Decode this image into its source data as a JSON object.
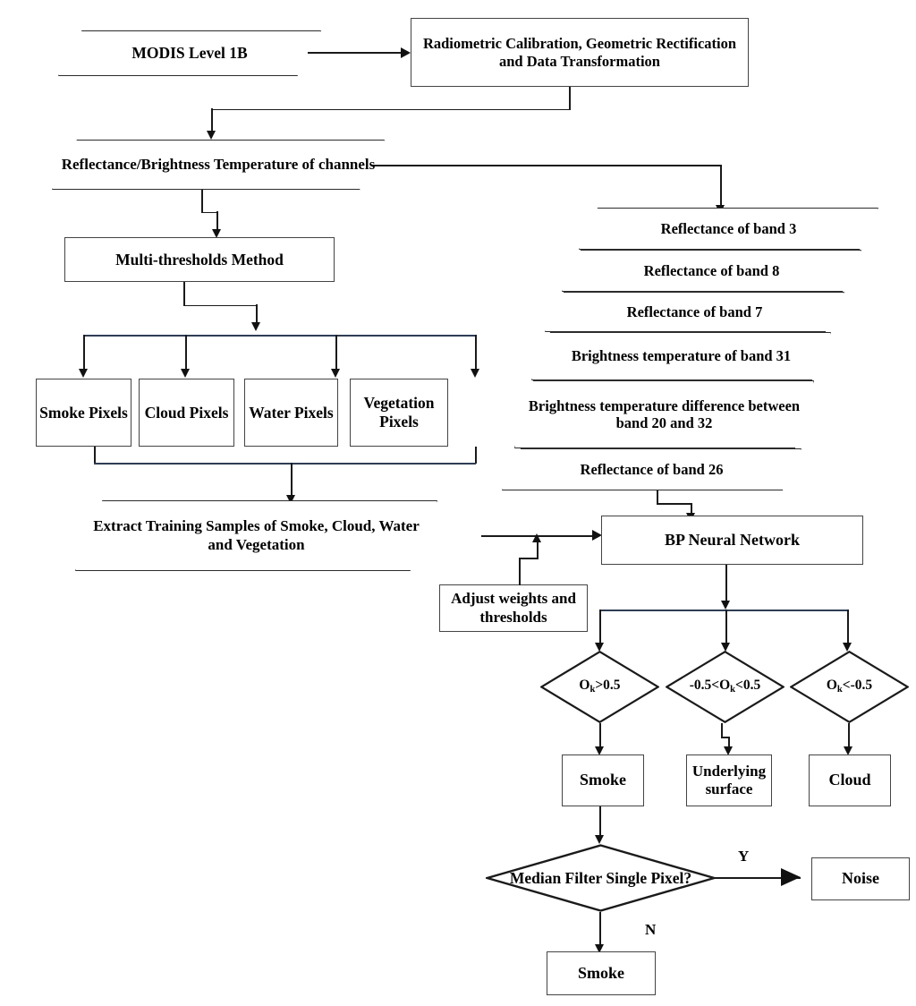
{
  "diagram": {
    "title": "MODIS smoke detection flowchart",
    "nodes": {
      "modis_level_1b": "MODIS Level 1B",
      "preprocessing": "Radiometric Calibration, Geometric Rectification and Data Transformation",
      "reflectance_brightness": "Reflectance/Brightness Temperature of channels",
      "multi_thresholds": "Multi-thresholds Method",
      "smoke_pixels": "Smoke Pixels",
      "cloud_pixels": "Cloud Pixels",
      "water_pixels": "Water Pixels",
      "vegetation_pixels": "Vegetation Pixels",
      "extract_training_samples": "Extract Training Samples of Smoke, Cloud, Water and Vegetation",
      "adjust_weights": "Adjust weights and thresholds",
      "bp_neural_network": "BP Neural Network",
      "smoke_result": "Smoke",
      "underlying_surface": "Underlying surface",
      "cloud_result": "Cloud",
      "median_filter": "Median Filter Single Pixel?",
      "noise": "Noise",
      "smoke_final": "Smoke"
    },
    "band_stack": [
      "Reflectance of band 3",
      "Reflectance of band 8",
      "Reflectance of band 7",
      "Brightness temperature of band 31",
      "Brightness temperature difference between band 20 and 32",
      "Reflectance of band 26"
    ],
    "decisions": {
      "ok_greater": {
        "prefix": "O",
        "sub": "k",
        "suffix": ">0.5"
      },
      "ok_middle": {
        "prefix": "-0.5<O",
        "sub": "k",
        "suffix": "<0.5"
      },
      "ok_less": {
        "prefix": "O",
        "sub": "k",
        "suffix": "<-0.5"
      }
    },
    "edge_labels": {
      "yes": "Y",
      "no": "N"
    },
    "colors": {
      "stroke": "#1a1a1a",
      "box_border": "#444444",
      "bar_accent": "#2f3d55",
      "background": "#ffffff"
    }
  }
}
